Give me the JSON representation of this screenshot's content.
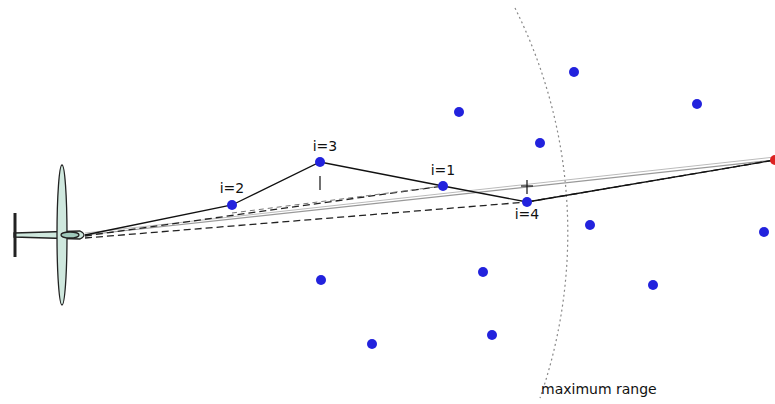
{
  "diagram": {
    "labels": [
      "i=3",
      "i=2",
      "i=1",
      "i=4",
      "maximum range"
    ]
  }
}
